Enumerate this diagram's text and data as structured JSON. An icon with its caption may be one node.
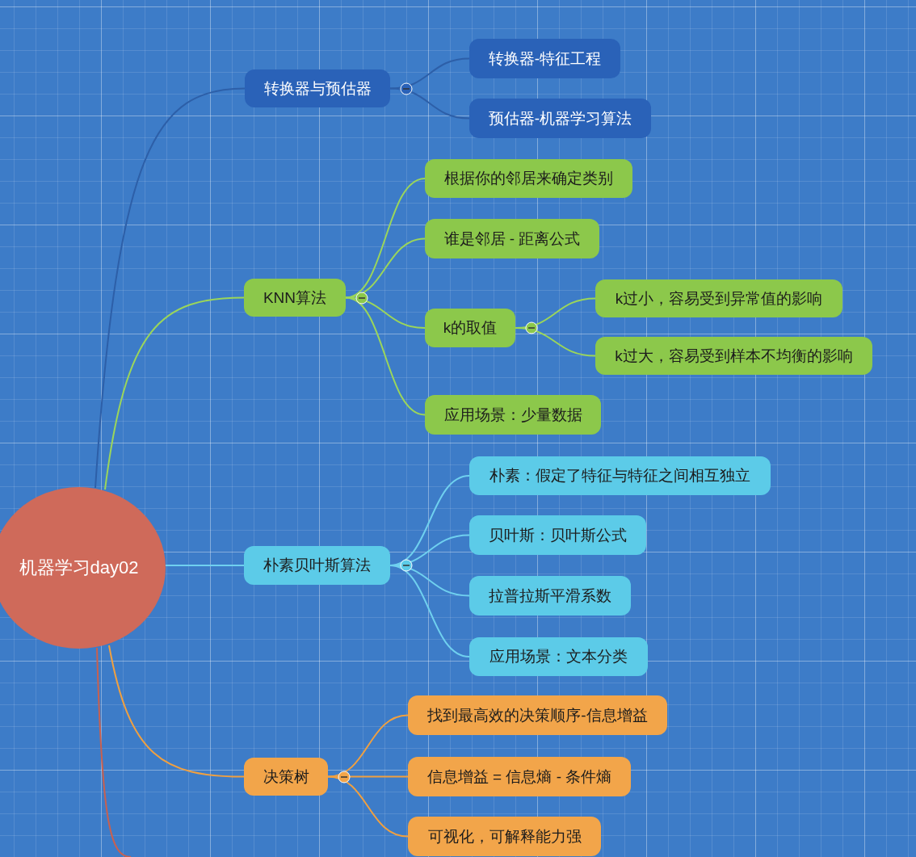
{
  "diagram": {
    "nodes": [
      {
        "text": [
          "机器学习day02"
        ]
      },
      {
        "text": [
          "转换器与预估器"
        ]
      },
      {
        "text": [
          "转换器-特征工程"
        ]
      },
      {
        "text": [
          "预估器-机器学习算法"
        ]
      },
      {
        "text": [
          "KNN算法"
        ]
      },
      {
        "text": [
          "根据你的邻居来确定类别"
        ]
      },
      {
        "text": [
          "谁是邻居 - 距离公式"
        ]
      },
      {
        "text": [
          "k的取值"
        ]
      },
      {
        "text": [
          "k过小，容易受到异常值的影响"
        ]
      },
      {
        "text": [
          "k过大，容易受到样本不均衡的影响"
        ]
      },
      {
        "text": [
          "应用场景：少量数据"
        ]
      },
      {
        "text": [
          "朴素贝叶斯算法"
        ]
      },
      {
        "text": [
          "朴素：假定了特征与特征之间相互独立"
        ]
      },
      {
        "text": [
          "贝叶斯：贝叶斯公式"
        ]
      },
      {
        "text": [
          "拉普拉斯平滑系数"
        ]
      },
      {
        "text": [
          "应用场景：文本分类"
        ]
      },
      {
        "text": [
          "决策树"
        ]
      },
      {
        "text": [
          "找到最高效的决策顺序-信息增益"
        ]
      },
      {
        "text": [
          "信息增益 = 信息熵 - 条件熵"
        ]
      },
      {
        "text": [
          "可视化，可解释能力强"
        ]
      }
    ],
    "edges": [
      {
        "from": 0,
        "to": 1,
        "arrow": "none",
        "color": "#2d5fa8"
      },
      {
        "from": 0,
        "to": 4,
        "arrow": "none",
        "color": "#9bd65a"
      },
      {
        "from": 0,
        "to": 11,
        "arrow": "none",
        "color": "#6fd0ef"
      },
      {
        "from": 0,
        "to": 16,
        "arrow": "none",
        "color": "#f0a040"
      },
      {
        "from": 0,
        "to": null,
        "arrow": "none",
        "color": "#c9604f"
      },
      {
        "from": 1,
        "to": 2,
        "arrow": "none",
        "color": "#2d5fa8"
      },
      {
        "from": 1,
        "to": 3,
        "arrow": "none",
        "color": "#2d5fa8"
      },
      {
        "from": 4,
        "to": 5,
        "arrow": "none",
        "color": "#9bd65a"
      },
      {
        "from": 4,
        "to": 6,
        "arrow": "none",
        "color": "#9bd65a"
      },
      {
        "from": 4,
        "to": 7,
        "arrow": "none",
        "color": "#9bd65a"
      },
      {
        "from": 4,
        "to": 10,
        "arrow": "none",
        "color": "#9bd65a"
      },
      {
        "from": 7,
        "to": 8,
        "arrow": "none",
        "color": "#9bd65a"
      },
      {
        "from": 7,
        "to": 9,
        "arrow": "none",
        "color": "#9bd65a"
      },
      {
        "from": 11,
        "to": 12,
        "arrow": "none",
        "color": "#6fd0ef"
      },
      {
        "from": 11,
        "to": 13,
        "arrow": "none",
        "color": "#6fd0ef"
      },
      {
        "from": 11,
        "to": 14,
        "arrow": "none",
        "color": "#6fd0ef"
      },
      {
        "from": 11,
        "to": 15,
        "arrow": "none",
        "color": "#6fd0ef"
      },
      {
        "from": 16,
        "to": 17,
        "arrow": "none",
        "color": "#f0a040"
      },
      {
        "from": 16,
        "to": 18,
        "arrow": "none",
        "color": "#f0a040"
      },
      {
        "from": 16,
        "to": 19,
        "arrow": "none",
        "color": "#f0a040"
      }
    ]
  }
}
